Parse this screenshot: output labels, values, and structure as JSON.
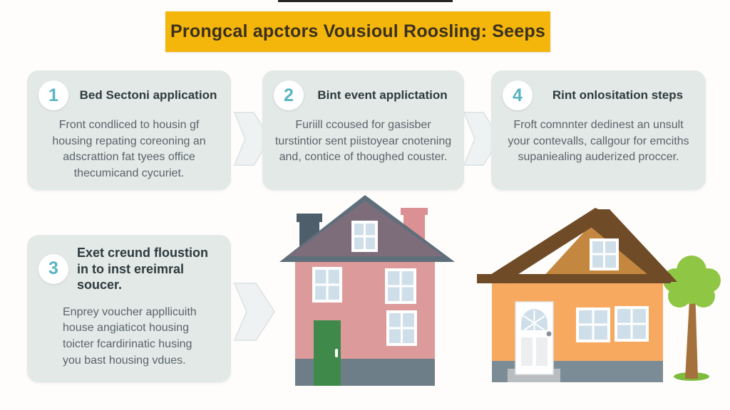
{
  "banner": {
    "title": "Prongcal apctors Vousioul Roosling: Seeps"
  },
  "cards": [
    {
      "number": "1",
      "title": "Bed Sectoni application",
      "body": "Front condliced to housin gf housing repating coreoning an adscrattion fat tyees office thecumicand cycuriet."
    },
    {
      "number": "2",
      "title": "Bint event applictation",
      "body": "Furiill ccoused for gasisber turstintior sent piistoyear cnotening and, contice of thoughed couster."
    },
    {
      "number": "3",
      "title": "Exet creund floustion in to inst ereimral soucer.",
      "body": "Enprey voucher appllicuith house angiaticot housing toicter fcardirinatic husing you bast housing vdues."
    },
    {
      "number": "4",
      "title": "Rint onlositation steps",
      "body": "Froft comnnter dedinest an unsult your contevalls, callgour for emciths supaniealing auderized proccer."
    }
  ],
  "illustrations": {
    "pink_house": "pink-two-story-house-icon",
    "orange_house": "orange-gable-house-icon",
    "tree": "green-tree-icon"
  },
  "colors": {
    "banner-bg": "#f4b60b",
    "banner-text": "#3a3020",
    "card-bg": "#e3e9e6",
    "number-color": "#5ab3c4",
    "heading-color": "#2e3a3e",
    "body-color": "#59646b",
    "chevron-fill": "#eff2f3",
    "chevron-edge": "#e0e6e8",
    "pink-body": "#dc9a9a",
    "pink-roof": "#7d6d7a",
    "pink-roof-edge": "#5e6e7a",
    "pink-chimney-dark": "#4e5e6a",
    "pink-chimney": "#db9094",
    "pink-door": "#3f8a4b",
    "pink-base": "#6e7e89",
    "window-pane": "#cfdfe9",
    "orange-body": "#f7a960",
    "orange-gable": "#c4873f",
    "orange-roof": "#6f4b27",
    "orange-foundation": "#7c8c97",
    "orange-step": "#b9bdc0",
    "tree-canopy": "#8fc644",
    "tree-trunk": "#a4713c",
    "tree-grass": "#7dbb3e"
  }
}
